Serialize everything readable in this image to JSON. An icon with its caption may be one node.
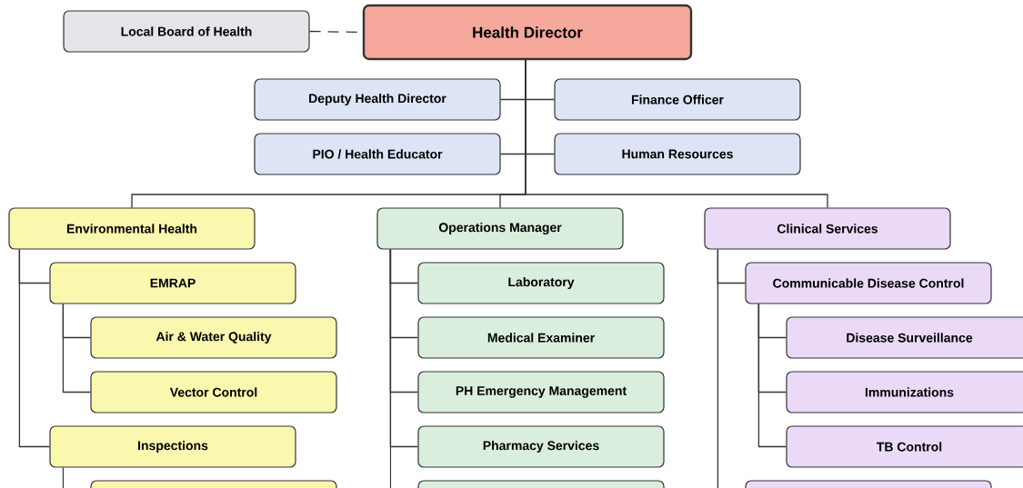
{
  "diagram": {
    "nodes": [
      {
        "text": [
          "Local Board of Health"
        ]
      },
      {
        "text": [
          "Health Director"
        ]
      },
      {
        "text": [
          "Deputy Health Director"
        ]
      },
      {
        "text": [
          "Finance Officer"
        ]
      },
      {
        "text": [
          "PIO / Health Educator"
        ]
      },
      {
        "text": [
          "Human Resources"
        ]
      },
      {
        "text": [
          "Environmental Health"
        ]
      },
      {
        "text": [
          "EMRAP"
        ]
      },
      {
        "text": [
          "Air & Water Quality"
        ]
      },
      {
        "text": [
          "Vector Control"
        ]
      },
      {
        "text": [
          "Inspections"
        ]
      },
      {
        "text": [],
        "shape": "box"
      },
      {
        "text": [
          "Operations Manager"
        ]
      },
      {
        "text": [
          "Laboratory"
        ]
      },
      {
        "text": [
          "Medical Examiner"
        ]
      },
      {
        "text": [
          "PH Emergency Management"
        ]
      },
      {
        "text": [
          "Pharmacy Services"
        ]
      },
      {
        "text": [],
        "shape": "box"
      },
      {
        "text": [
          "Clinical Services"
        ]
      },
      {
        "text": [
          "Communicable Disease Control"
        ]
      },
      {
        "text": [
          "Disease Surveillance"
        ]
      },
      {
        "text": [
          "Immunizations"
        ]
      },
      {
        "text": [
          "TB Control"
        ]
      },
      {
        "text": [],
        "shape": "box"
      }
    ],
    "edges": [
      {
        "from": 0,
        "to": 1,
        "arrow": "none",
        "style": "dashed"
      },
      {
        "from": 1,
        "to": 2,
        "arrow": "none"
      },
      {
        "from": 1,
        "to": 3,
        "arrow": "none"
      },
      {
        "from": 1,
        "to": 4,
        "arrow": "none"
      },
      {
        "from": 1,
        "to": 5,
        "arrow": "none"
      },
      {
        "from": 1,
        "to": 6,
        "arrow": "none"
      },
      {
        "from": 1,
        "to": 12,
        "arrow": "none"
      },
      {
        "from": 1,
        "to": 18,
        "arrow": "none"
      },
      {
        "from": 6,
        "to": 7,
        "arrow": "none"
      },
      {
        "from": 6,
        "to": 10,
        "arrow": "none"
      },
      {
        "from": 7,
        "to": 8,
        "arrow": "none"
      },
      {
        "from": 7,
        "to": 9,
        "arrow": "none"
      },
      {
        "from": 10,
        "to": 11,
        "arrow": "none"
      },
      {
        "from": 12,
        "to": 13,
        "arrow": "none"
      },
      {
        "from": 12,
        "to": 14,
        "arrow": "none"
      },
      {
        "from": 12,
        "to": 15,
        "arrow": "none"
      },
      {
        "from": 12,
        "to": 16,
        "arrow": "none"
      },
      {
        "from": 12,
        "to": 17,
        "arrow": "none"
      },
      {
        "from": 18,
        "to": 19,
        "arrow": "none"
      },
      {
        "from": 18,
        "to": 23,
        "arrow": "none"
      },
      {
        "from": 19,
        "to": 20,
        "arrow": "none"
      },
      {
        "from": 19,
        "to": 21,
        "arrow": "none"
      },
      {
        "from": 19,
        "to": 22,
        "arrow": "none"
      }
    ]
  }
}
